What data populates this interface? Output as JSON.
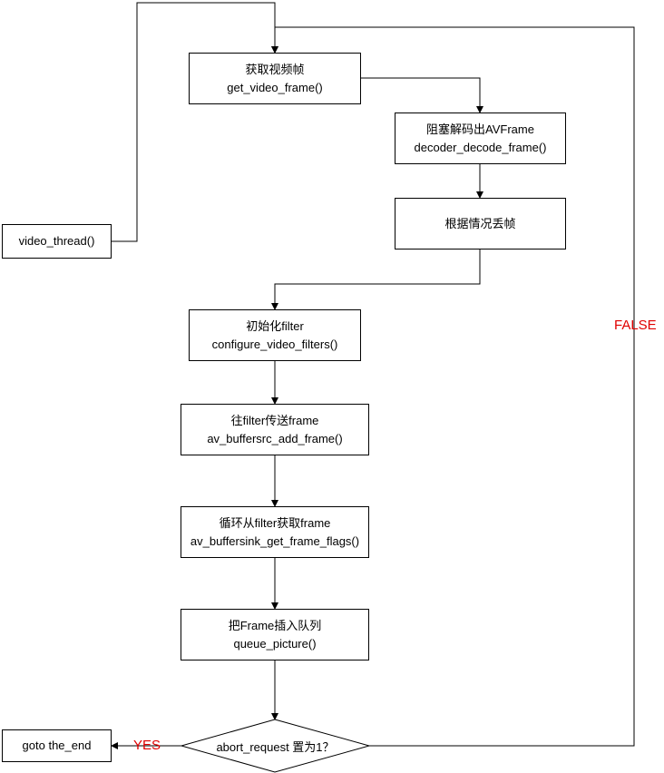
{
  "nodes": {
    "video_thread": {
      "line1": "video_thread()"
    },
    "get_video_frame": {
      "line1": "获取视频帧",
      "line2": "get_video_frame()"
    },
    "decoder_decode_frame": {
      "line1": "阻塞解码出AVFrame",
      "line2": "decoder_decode_frame()"
    },
    "drop_frame": {
      "line1": "根据情况丢帧"
    },
    "configure_video_filters": {
      "line1": "初始化filter",
      "line2": "configure_video_filters()"
    },
    "av_buffersrc_add_frame": {
      "line1": "往filter传送frame",
      "line2": "av_buffersrc_add_frame()"
    },
    "av_buffersink_get_frame_flags": {
      "line1": "循环从filter获取frame",
      "line2": "av_buffersink_get_frame_flags()"
    },
    "queue_picture": {
      "line1": "把Frame插入队列",
      "line2": "queue_picture()"
    },
    "abort_request": {
      "line1": "abort_request 置为1？"
    },
    "goto_end": {
      "line1": "goto the_end"
    }
  },
  "edge_labels": {
    "yes": "YES",
    "false": "FALSE"
  },
  "colors": {
    "line": "#000000",
    "edge_label": "#e00000"
  }
}
